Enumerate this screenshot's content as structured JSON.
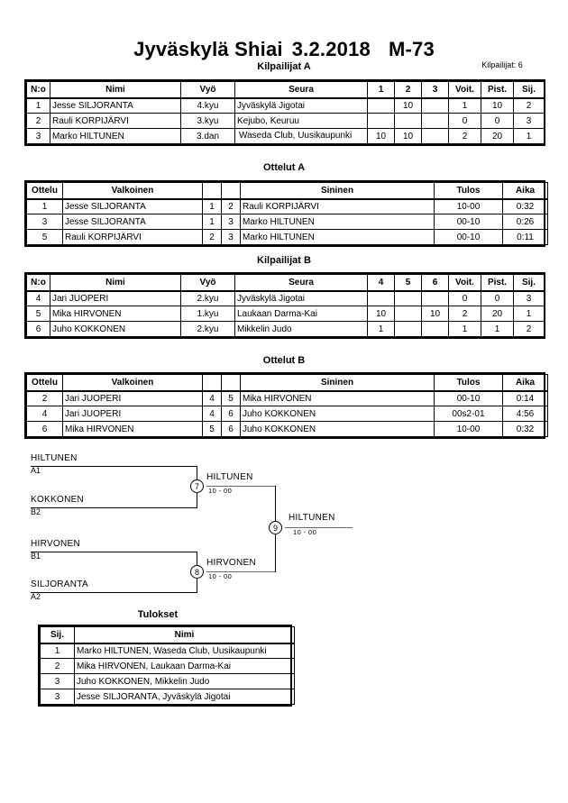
{
  "header": {
    "event": "Jyväskylä Shiai",
    "date": "3.2.2018",
    "category": "M-73",
    "competitor_count_label": "Kilpailijat: 6"
  },
  "sections": {
    "pool_a_title": "Kilpailijat A",
    "matches_a_title": "Ottelut A",
    "pool_b_title": "Kilpailijat B",
    "matches_b_title": "Ottelut B",
    "results_title": "Tulokset"
  },
  "pool_a": {
    "headers": [
      "N:o",
      "Nimi",
      "Vyö",
      "Seura",
      "1",
      "2",
      "3",
      "Voit.",
      "Pist.",
      "Sij."
    ],
    "rows": [
      {
        "no": "1",
        "name": "Jesse SILJORANTA",
        "belt": "4.kyu",
        "club": "Jyväskylä Jigotai",
        "m1": "",
        "m2": "10",
        "m3": "",
        "wins": "1",
        "points": "10",
        "rank": "2"
      },
      {
        "no": "2",
        "name": "Rauli KORPIJÄRVI",
        "belt": "3.kyu",
        "club": "Kejubo, Keuruu",
        "m1": "",
        "m2": "",
        "m3": "",
        "wins": "0",
        "points": "0",
        "rank": "3"
      },
      {
        "no": "3",
        "name": "Marko HILTUNEN",
        "belt": "3.dan",
        "club": "Waseda Club, Uusikaupunki",
        "m1": "10",
        "m2": "10",
        "m3": "",
        "wins": "2",
        "points": "20",
        "rank": "1"
      }
    ]
  },
  "matches_a": {
    "headers": [
      "Ottelu",
      "Valkoinen",
      "",
      "",
      "Sininen",
      "Tulos",
      "Aika"
    ],
    "rows": [
      {
        "match": "1",
        "white": "Jesse SILJORANTA",
        "wno": "1",
        "bno": "2",
        "blue": "Rauli KORPIJÄRVI",
        "result": "10-00",
        "time": "0:32"
      },
      {
        "match": "3",
        "white": "Jesse SILJORANTA",
        "wno": "1",
        "bno": "3",
        "blue": "Marko HILTUNEN",
        "result": "00-10",
        "time": "0:26"
      },
      {
        "match": "5",
        "white": "Rauli KORPIJÄRVI",
        "wno": "2",
        "bno": "3",
        "blue": "Marko HILTUNEN",
        "result": "00-10",
        "time": "0:11"
      }
    ]
  },
  "pool_b": {
    "headers": [
      "N:o",
      "Nimi",
      "Vyö",
      "Seura",
      "4",
      "5",
      "6",
      "Voit.",
      "Pist.",
      "Sij."
    ],
    "rows": [
      {
        "no": "4",
        "name": "Jari JUOPERI",
        "belt": "2.kyu",
        "club": "Jyväskylä Jigotai",
        "m1": "",
        "m2": "",
        "m3": "",
        "wins": "0",
        "points": "0",
        "rank": "3"
      },
      {
        "no": "5",
        "name": "Mika HIRVONEN",
        "belt": "1.kyu",
        "club": "Laukaan Darma-Kai",
        "m1": "10",
        "m2": "",
        "m3": "10",
        "wins": "2",
        "points": "20",
        "rank": "1"
      },
      {
        "no": "6",
        "name": "Juho KOKKONEN",
        "belt": "2.kyu",
        "club": "Mikkelin Judo",
        "m1": "1",
        "m2": "",
        "m3": "",
        "wins": "1",
        "points": "1",
        "rank": "2"
      }
    ]
  },
  "matches_b": {
    "headers": [
      "Ottelu",
      "Valkoinen",
      "",
      "",
      "Sininen",
      "Tulos",
      "Aika"
    ],
    "rows": [
      {
        "match": "2",
        "white": "Jari JUOPERI",
        "wno": "4",
        "bno": "5",
        "blue": "Mika HIRVONEN",
        "result": "00-10",
        "time": "0:14"
      },
      {
        "match": "4",
        "white": "Jari JUOPERI",
        "wno": "4",
        "bno": "6",
        "blue": "Juho KOKKONEN",
        "result": "00s2-01",
        "time": "4:56"
      },
      {
        "match": "6",
        "white": "Mika HIRVONEN",
        "wno": "5",
        "bno": "6",
        "blue": "Juho KOKKONEN",
        "result": "10-00",
        "time": "0:32"
      }
    ]
  },
  "bracket": {
    "entries": [
      {
        "name": "HILTUNEN",
        "seed": "A1"
      },
      {
        "name": "KOKKONEN",
        "seed": "B2"
      },
      {
        "name": "HIRVONEN",
        "seed": "B1"
      },
      {
        "name": "SILJORANTA",
        "seed": "A2"
      }
    ],
    "semifinal_top": {
      "node": "7",
      "winner": "HILTUNEN",
      "score": "10 - 00"
    },
    "semifinal_bottom": {
      "node": "8",
      "winner": "HIRVONEN",
      "score": "10 - 00"
    },
    "final": {
      "node": "9",
      "winner": "HILTUNEN",
      "score": "10 - 00"
    }
  },
  "results": {
    "headers": [
      "Sij.",
      "Nimi"
    ],
    "rows": [
      {
        "rank": "1",
        "name": "Marko HILTUNEN, Waseda Club, Uusikaupunki"
      },
      {
        "rank": "2",
        "name": "Mika HIRVONEN, Laukaan Darma-Kai"
      },
      {
        "rank": "3",
        "name": "Juho KOKKONEN, Mikkelin Judo"
      },
      {
        "rank": "3",
        "name": "Jesse SILJORANTA, Jyväskylä Jigotai"
      }
    ]
  }
}
